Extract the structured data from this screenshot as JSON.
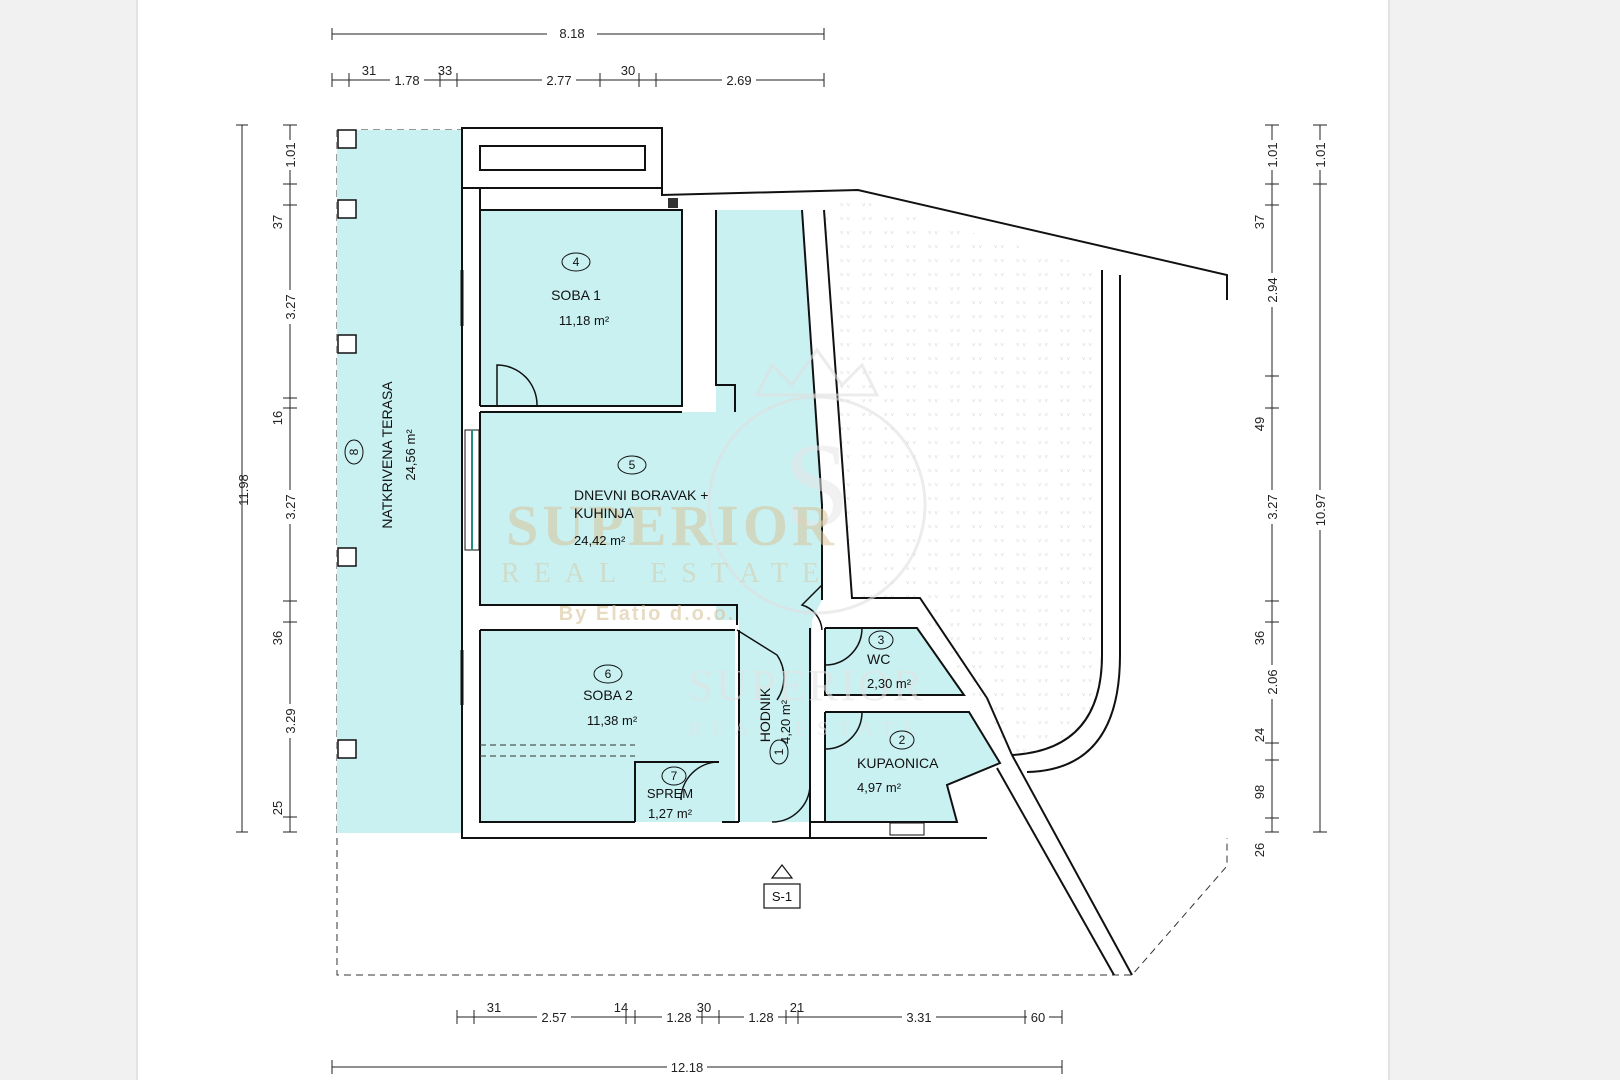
{
  "colors": {
    "room_fill": "#c9f1f2",
    "wall": "#111111",
    "watermark_gold": "#d8c49b",
    "watermark_gray": "#e3e3e3"
  },
  "dimensions": {
    "top_total": "8.18",
    "top_segments": [
      "31",
      "1.78",
      "33",
      "2.77",
      "30",
      "2.69"
    ],
    "left_total": "11.98",
    "left_segments": [
      "1.01",
      "37",
      "3.27",
      "16",
      "3.27",
      "36",
      "3.29",
      "25"
    ],
    "right_inner": [
      "1.01",
      "37",
      "2.94",
      "49",
      "3.27",
      "36",
      "2.06",
      "24",
      "98",
      "26"
    ],
    "right_outer": [
      "1.01",
      "10.97"
    ],
    "bottom_segments": [
      "31",
      "2.57",
      "14",
      "1.28",
      "30",
      "1.28",
      "21",
      "3.31",
      "60"
    ],
    "bottom_total": "12.18"
  },
  "rooms": [
    {
      "number": "4",
      "name": "SOBA 1",
      "area": "11,18 m²"
    },
    {
      "number": "5",
      "name_line1": "DNEVNI BORAVAK +",
      "name_line2": "KUHINJA",
      "area": "24,42 m²"
    },
    {
      "number": "6",
      "name": "SOBA 2",
      "area": "11,38 m²"
    },
    {
      "number": "7",
      "name": "SPREM",
      "area": "1,27 m²"
    },
    {
      "number": "1",
      "name": "HODNIK",
      "area": "4,20 m²"
    },
    {
      "number": "3",
      "name": "WC",
      "area": "2,30 m²"
    },
    {
      "number": "2",
      "name": "KUPAONICA",
      "area": "4,97 m²"
    },
    {
      "number": "8",
      "name": "NATKRIVENA TERASA",
      "area": "24,56 m²"
    }
  ],
  "section_label": "S-1",
  "watermark": {
    "brand": "SUPERIOR",
    "tagline": "REAL ESTATE",
    "company": "By Elatio d.o.o.",
    "brand2": "SUPERIOR",
    "tagline2": "REAL ESTATE"
  }
}
